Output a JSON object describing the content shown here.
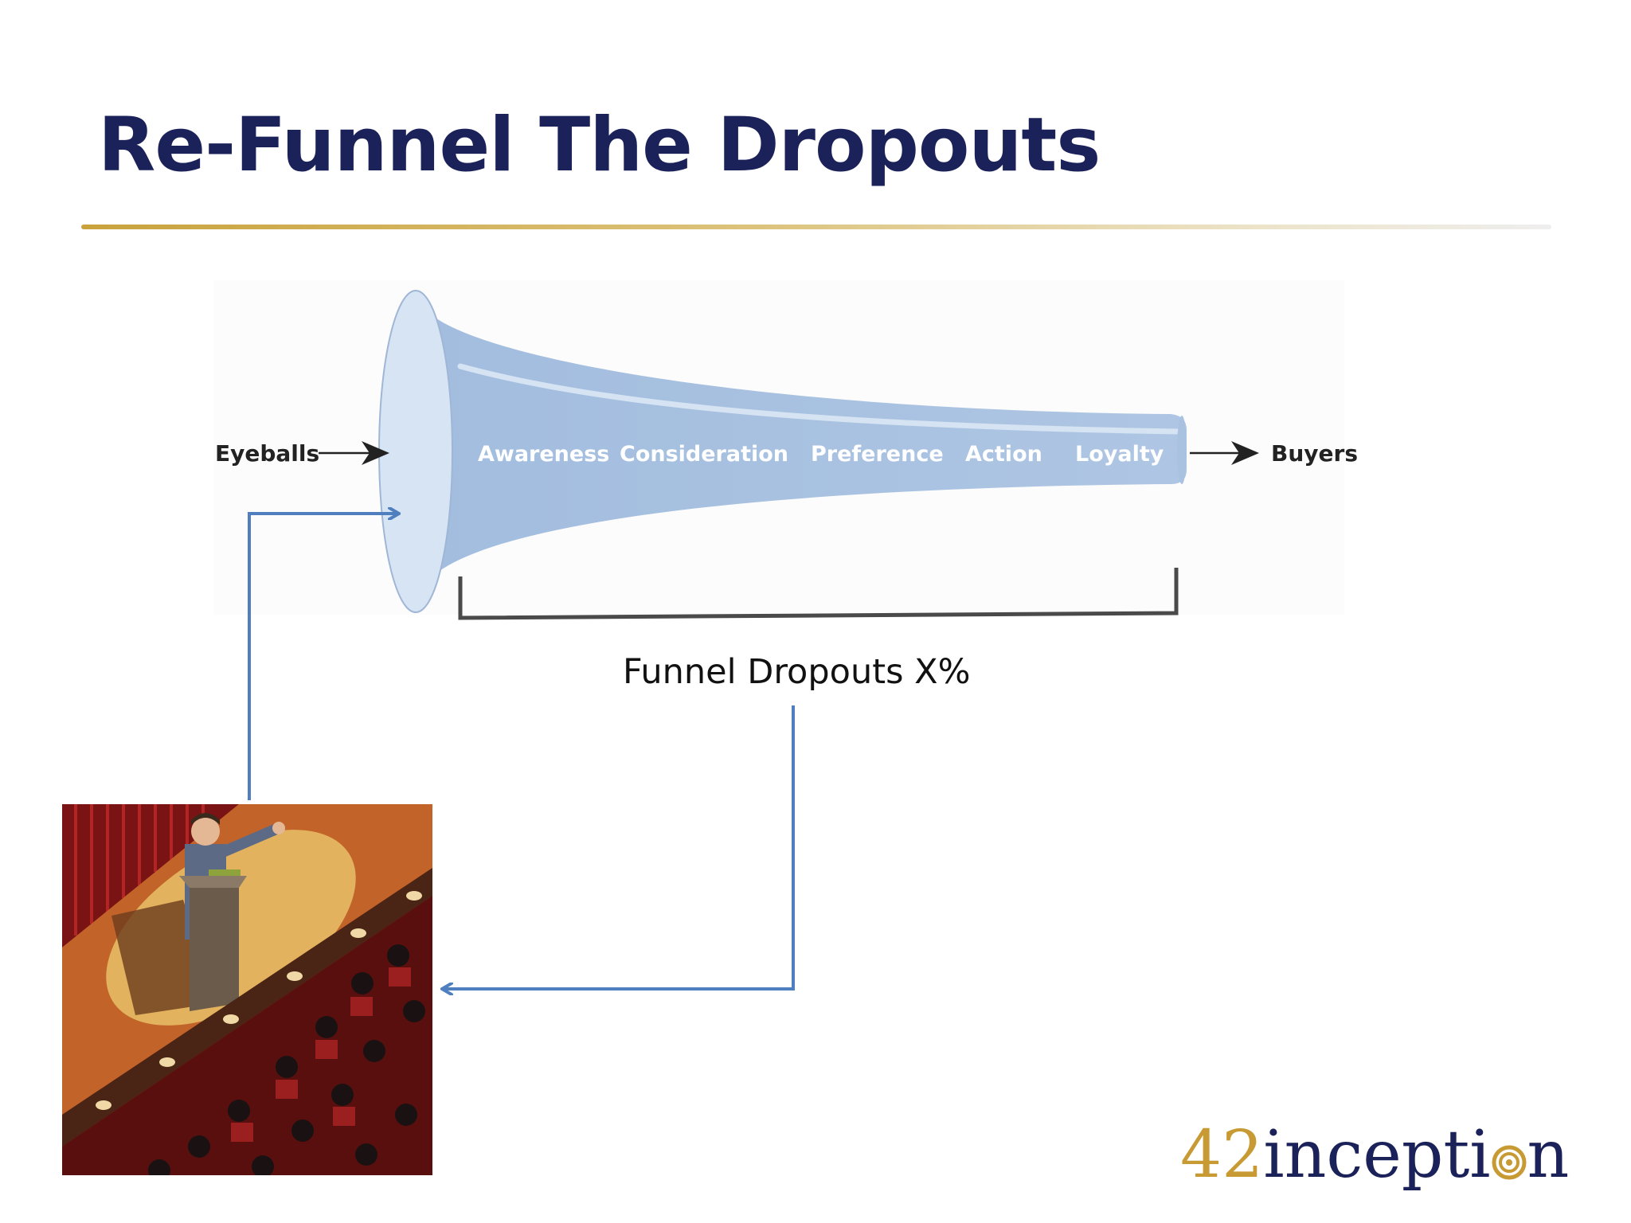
{
  "slide": {
    "title": "Re-Funnel The Dropouts"
  },
  "funnel": {
    "input_label": "Eyeballs",
    "output_label": "Buyers",
    "stages": [
      "Awareness",
      "Consideration",
      "Preference",
      "Action",
      "Loyalty"
    ],
    "dropout_label": "Funnel Dropouts X%"
  },
  "colors": {
    "title": "#1b2159",
    "funnel_fill": "#a9c2e0",
    "funnel_mouth": "#d7e4f3",
    "loop_arrow": "#4f7fbf",
    "accent_gold": "#c79a33"
  },
  "illustration": {
    "icon": "speaker-at-podium-illustration"
  },
  "logo": {
    "prefix": "42",
    "word_start": "incepti",
    "word_end": "n",
    "icon": "target-o-icon"
  }
}
